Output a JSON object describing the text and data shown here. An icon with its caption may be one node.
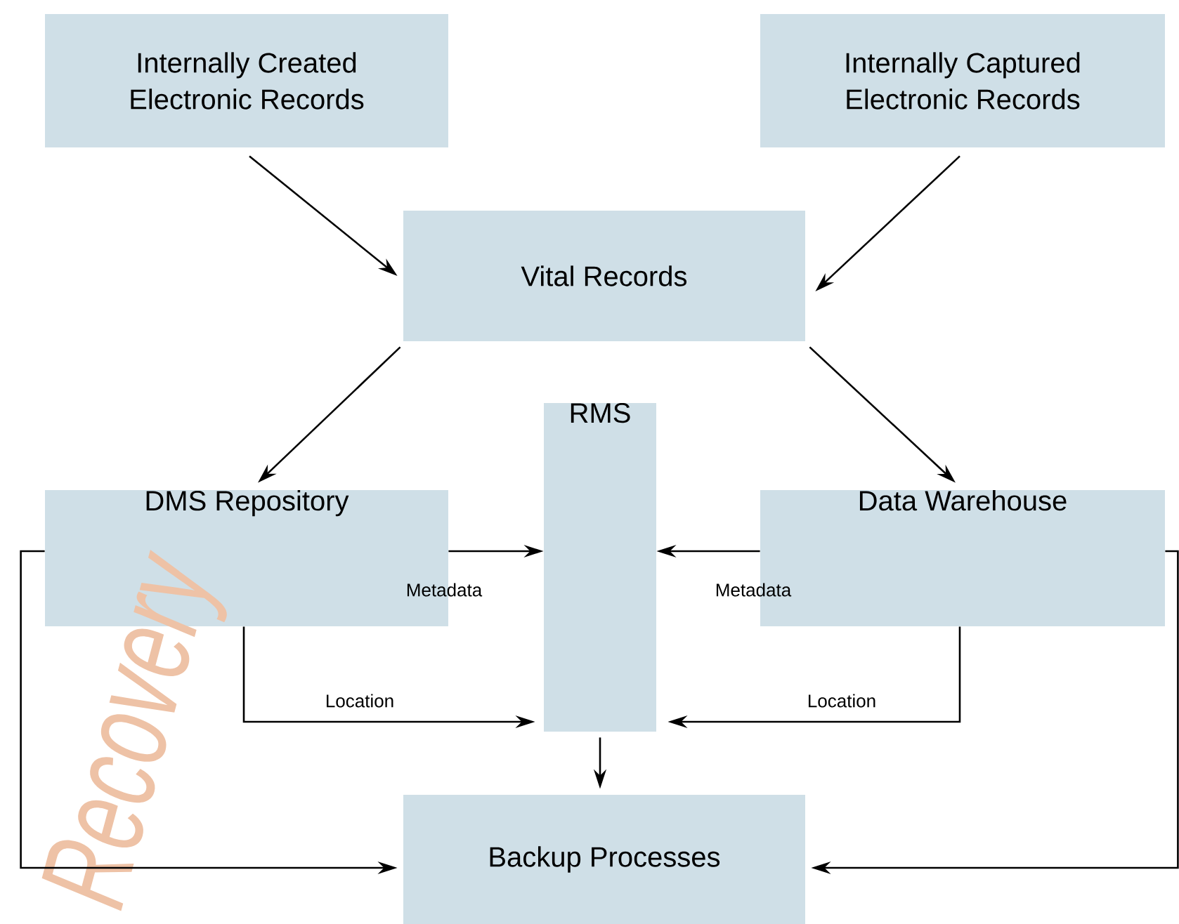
{
  "diagram": {
    "nodes": [
      {
        "text": [
          "Internally Created Electronic Records"
        ]
      },
      {
        "text": [
          "Internally Captured Electronic Records"
        ]
      },
      {
        "text": [
          "Vital Records"
        ]
      },
      {
        "text": [
          "RMS"
        ]
      },
      {
        "text": [
          "DMS Repository"
        ]
      },
      {
        "text": [
          "Data Warehouse"
        ]
      },
      {
        "text": [
          "Backup Processes"
        ]
      }
    ],
    "edges": [
      {
        "from": 0,
        "to": 2,
        "arrow": "to"
      },
      {
        "from": 1,
        "to": 2,
        "arrow": "to"
      },
      {
        "from": 2,
        "to": 4,
        "arrow": "to"
      },
      {
        "from": 2,
        "to": 5,
        "arrow": "to"
      },
      {
        "from": 4,
        "to": 3,
        "arrow": "to",
        "label": "Metadata"
      },
      {
        "from": 5,
        "to": 3,
        "arrow": "to",
        "label": "Metadata"
      },
      {
        "from": 4,
        "to": 3,
        "arrow": "to",
        "label": "Location"
      },
      {
        "from": 5,
        "to": 3,
        "arrow": "to",
        "label": "Location"
      },
      {
        "from": 3,
        "to": 6,
        "arrow": "to"
      },
      {
        "from": 4,
        "to": 6,
        "arrow": "to"
      },
      {
        "from": 5,
        "to": 6,
        "arrow": "to"
      }
    ],
    "labels": [
      "Recovery"
    ]
  }
}
